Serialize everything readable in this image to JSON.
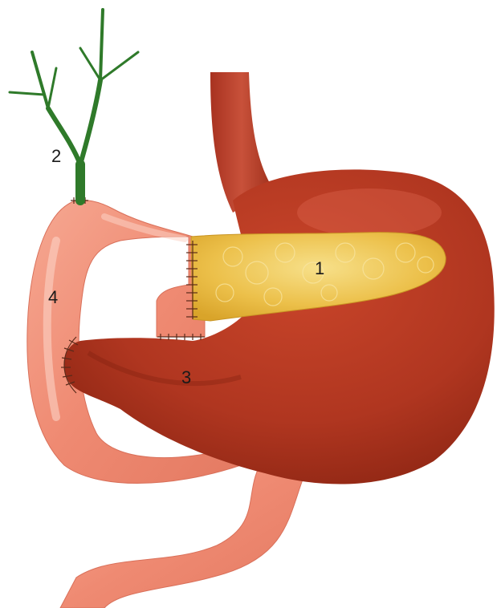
{
  "labels": {
    "pancreas": "1",
    "bile_duct": "2",
    "stomach": "3",
    "jejunal_loop": "4"
  },
  "colors": {
    "stomach": "#b33a22",
    "stomach_shadow": "#8e2614",
    "jejunum": "#f08a72",
    "jejunum_highlight": "#f8c0ae",
    "pancreas": "#e8b638",
    "pancreas_highlight": "#f6dc7a",
    "bile_duct": "#2f7a2a",
    "suture": "#5a2a1a"
  }
}
